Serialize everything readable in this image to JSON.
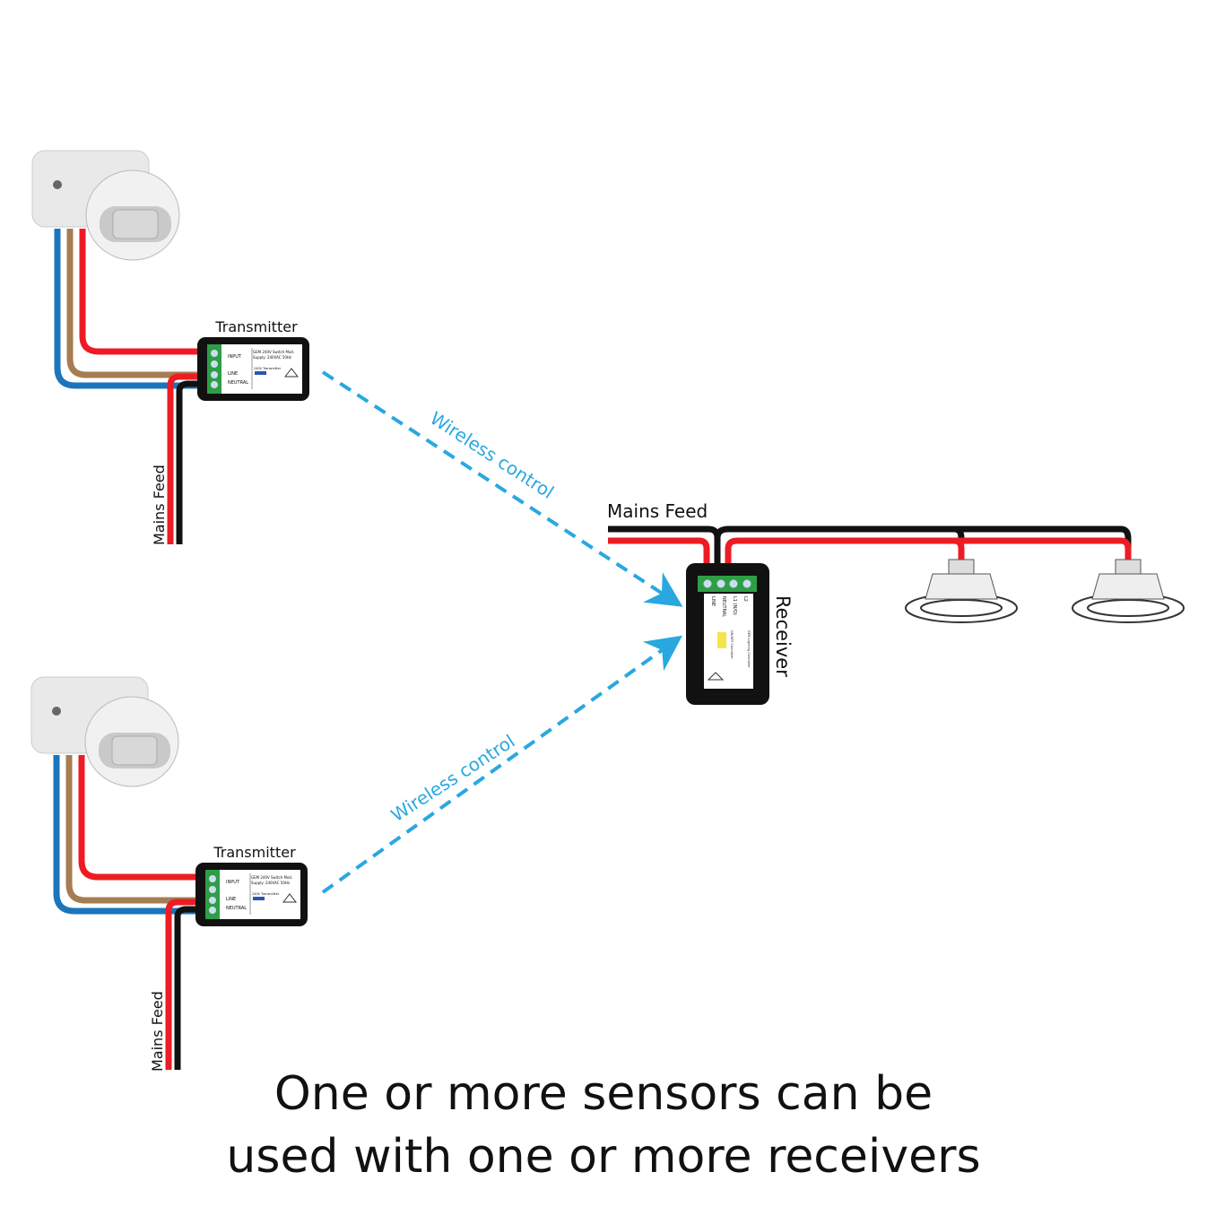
{
  "colors": {
    "live": "#ed1c24",
    "neutral": "#111111",
    "brown": "#a67c52",
    "blue": "#1b75bc",
    "wireless": "#29a8e0",
    "terminal": "#2e9e46"
  },
  "transmitters": [
    {
      "title": "Transmitter",
      "terminals": [
        "INPUT",
        "",
        "LINE",
        "NEUTRAL"
      ],
      "spec1": "GEM 240V Switch Mod.",
      "spec2": "Supply: 240VAC 50Hz",
      "model": "240V Transmitter",
      "feed_label": "Mains Feed"
    },
    {
      "title": "Transmitter",
      "terminals": [
        "INPUT",
        "",
        "LINE",
        "NEUTRAL"
      ],
      "spec1": "GEM 240V Switch Mod.",
      "spec2": "Supply: 240VAC 50Hz",
      "model": "240V Transmitter",
      "feed_label": "Mains Feed"
    }
  ],
  "wireless_labels": [
    "Wireless control",
    "Wireless control"
  ],
  "receiver": {
    "title": "Receiver",
    "terminals": [
      "L2",
      "L1 (N/O)",
      "NEUTRAL",
      "LINE"
    ],
    "spec": "GEM Lighting Controller",
    "mode": "ON/OFF Controller",
    "feed_label": "Mains Feed"
  },
  "caption": {
    "line1": "One or more sensors can be",
    "line2": "used with one or more receivers"
  }
}
